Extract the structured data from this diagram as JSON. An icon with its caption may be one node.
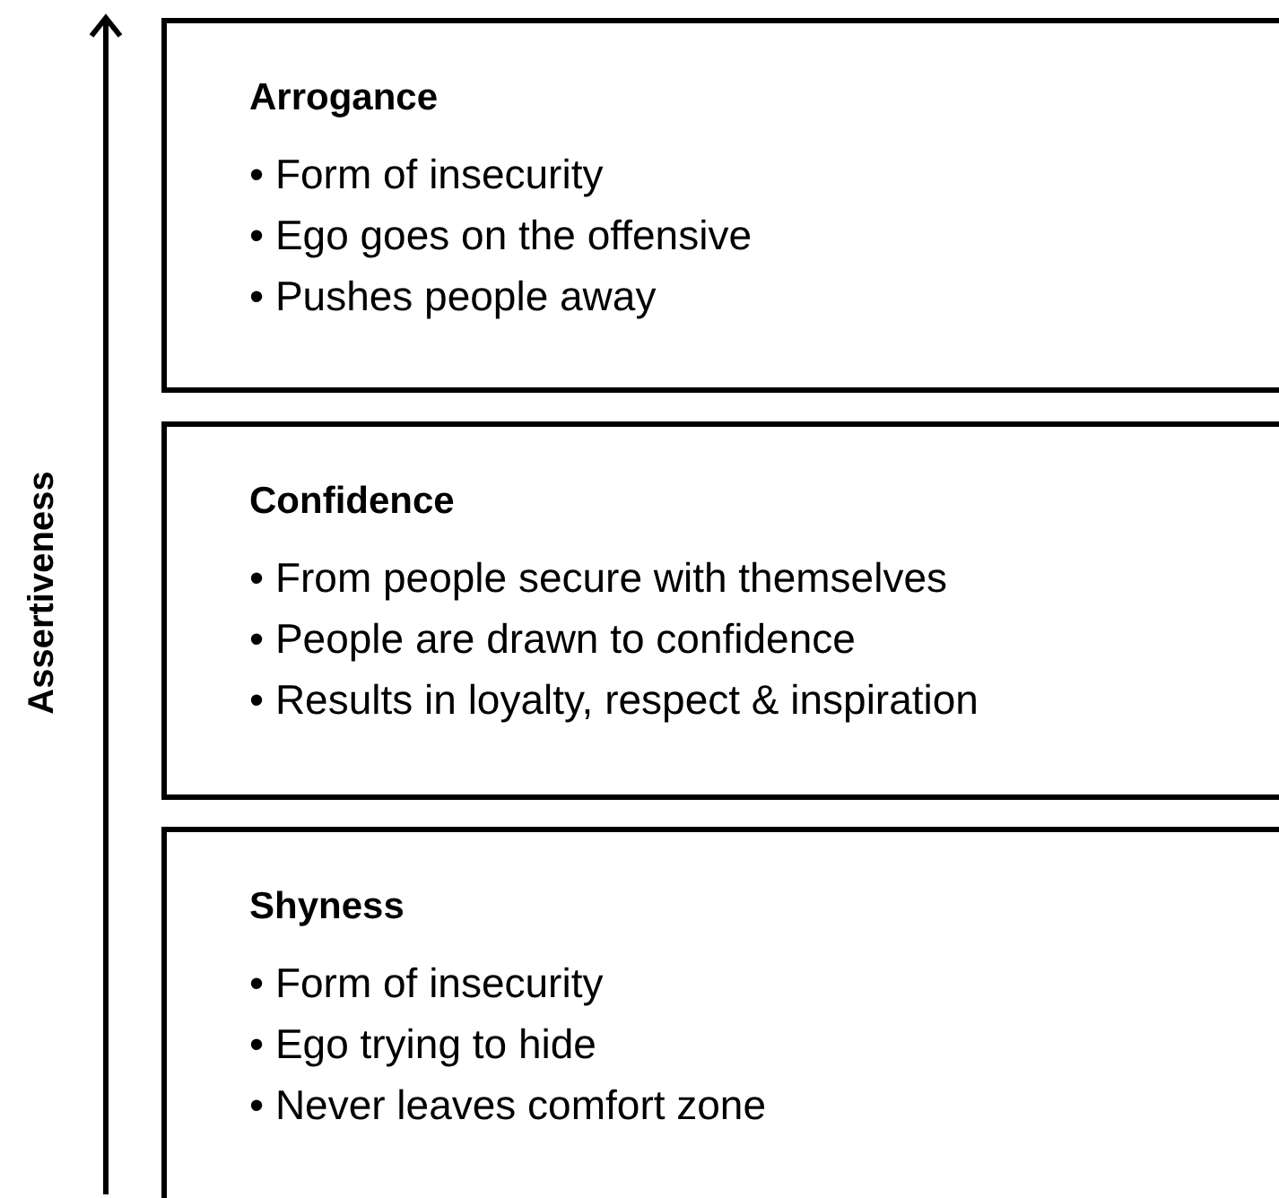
{
  "diagram": {
    "nodes": [
      {
        "text": [
          "Arrogance",
          "• Form of insecurity",
          "• Ego goes on the offensive",
          "• Pushes people away"
        ]
      },
      {
        "text": [
          "Confidence",
          "• From people secure with themselves",
          "• People are drawn to confidence",
          "• Results in loyalty, respect & inspiration"
        ]
      },
      {
        "text": [
          "Shyness",
          "• Form of insecurity",
          "• Ego trying to hide",
          "• Never leaves comfort zone"
        ]
      }
    ],
    "labels": [
      "Assertiveness"
    ]
  }
}
